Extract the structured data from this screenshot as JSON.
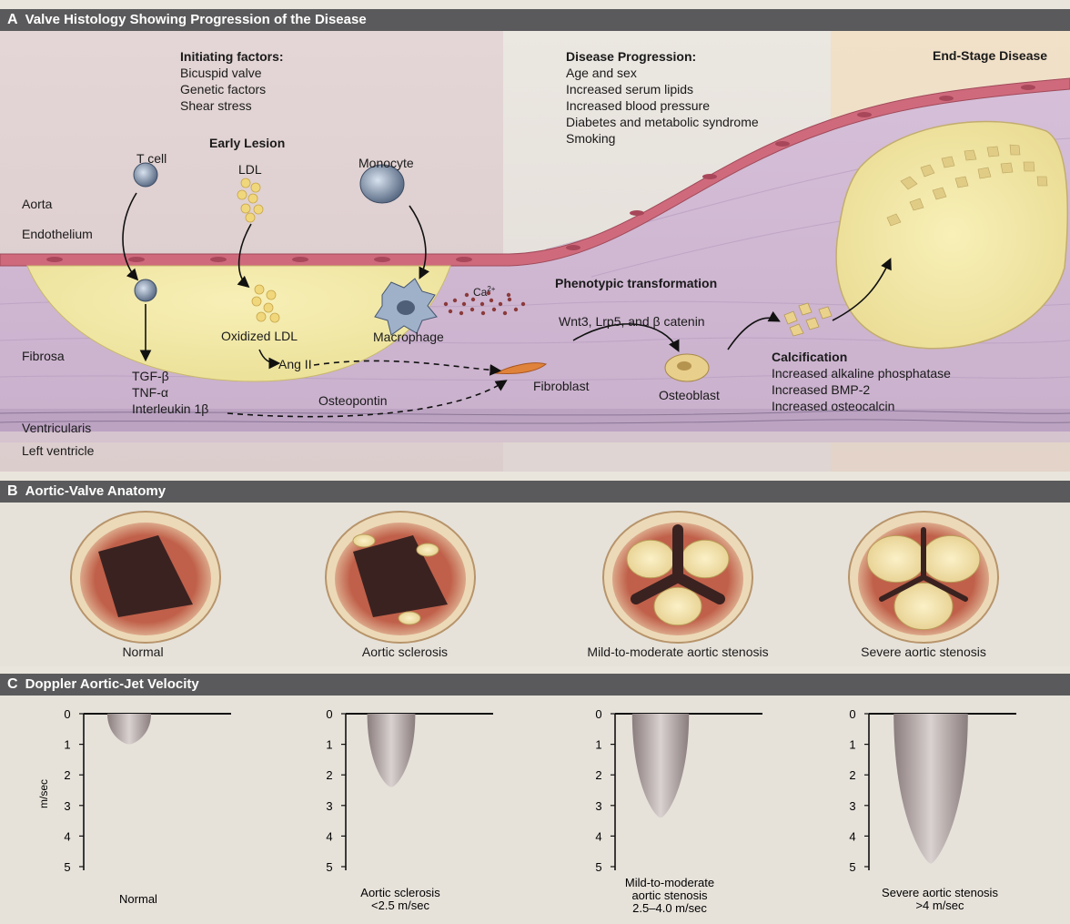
{
  "panel_a": {
    "header_letter": "A",
    "header_title": "Valve Histology Showing Progression of the Disease",
    "initiating_title": "Initiating factors:",
    "initiating_items": [
      "Bicuspid valve",
      "Genetic factors",
      "Shear stress"
    ],
    "progression_title": "Disease Progression:",
    "progression_items": [
      "Age and sex",
      "Increased serum lipids",
      "Increased blood pressure",
      "Diabetes and metabolic syndrome",
      "Smoking"
    ],
    "end_stage": "End-Stage Disease",
    "early_lesion": "Early Lesion",
    "t_cell": "T cell",
    "ldl": "LDL",
    "monocyte": "Monocyte",
    "aorta": "Aorta",
    "endothelium": "Endothelium",
    "fibrosa": "Fibrosa",
    "ventricularis": "Ventricularis",
    "left_ventricle": "Left ventricle",
    "oxidized_ldl": "Oxidized LDL",
    "macrophage": "Macrophage",
    "calcium": "Ca",
    "calcium_sup": "2+",
    "phenotypic": "Phenotypic transformation",
    "wnt": "Wnt3, Lrp5, and β catenin",
    "ang_ii": "Ang II",
    "cytokines": [
      "TGF-β",
      "TNF-α",
      "Interleukin 1β"
    ],
    "osteopontin": "Osteopontin",
    "fibroblast": "Fibroblast",
    "osteoblast": "Osteoblast",
    "calcification_title": "Calcification",
    "calcification_items": [
      "Increased alkaline phosphatase",
      "Increased BMP-2",
      "Increased osteocalcin"
    ]
  },
  "panel_b": {
    "header_letter": "B",
    "header_title": "Aortic-Valve Anatomy",
    "valves": [
      {
        "label": "Normal",
        "stage": 0
      },
      {
        "label": "Aortic sclerosis",
        "stage": 1
      },
      {
        "label": "Mild-to-moderate aortic stenosis",
        "stage": 2
      },
      {
        "label": "Severe aortic stenosis",
        "stage": 3
      }
    ]
  },
  "panel_c": {
    "header_letter": "C",
    "header_title": "Doppler Aortic-Jet Velocity",
    "ylabel": "m/sec",
    "ticks": [
      "0",
      "1",
      "2",
      "3",
      "4",
      "5"
    ],
    "plots": [
      {
        "caption": [
          "Normal"
        ],
        "peak_velocity": 1.0,
        "top_width": 1.0
      },
      {
        "caption": [
          "Aortic sclerosis",
          "<2.5 m/sec"
        ],
        "peak_velocity": 2.4,
        "top_width": 1.1
      },
      {
        "caption": [
          "Mild-to-moderate",
          "aortic stenosis",
          "2.5–4.0 m/sec"
        ],
        "peak_velocity": 3.4,
        "top_width": 1.3
      },
      {
        "caption": [
          "Severe aortic stenosis",
          ">4 m/sec"
        ],
        "peak_velocity": 4.9,
        "top_width": 1.7
      }
    ],
    "chart_data": {
      "type": "area",
      "ylabel": "m/sec",
      "ylim": [
        0,
        5
      ],
      "series": [
        {
          "name": "Normal",
          "peak_velocity": 1.0
        },
        {
          "name": "Aortic sclerosis",
          "peak_velocity": 2.4
        },
        {
          "name": "Mild-to-moderate aortic stenosis",
          "peak_velocity": 3.4
        },
        {
          "name": "Severe aortic stenosis",
          "peak_velocity": 4.9
        }
      ]
    }
  }
}
